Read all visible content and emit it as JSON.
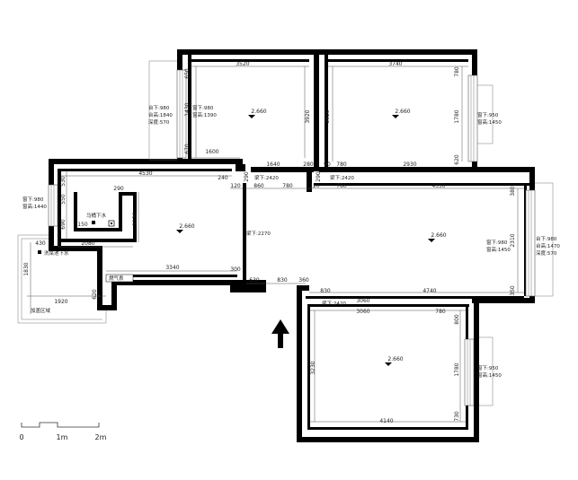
{
  "plan": {
    "top_left_room": {
      "width_top": "3520",
      "width_bottom": "1600",
      "left_dims": [
        "650",
        "1430",
        "670"
      ],
      "right_dim": "3920",
      "elevation": "2.660",
      "window_note": [
        "窗下:980",
        "窗高:1390"
      ],
      "sill_note": [
        "台下:980",
        "台高:1840",
        "深度:570"
      ]
    },
    "top_right_room": {
      "width_top": "3740",
      "width_bottom": "2930",
      "left_dim": "3920",
      "right_dims": [
        "780",
        "1780",
        "620"
      ],
      "elevation": "2.660",
      "window_note": [
        "窗下:950",
        "窗高:1450"
      ]
    },
    "connector": {
      "dims": [
        "1640",
        "280",
        "90",
        "780"
      ],
      "lintel_left": "梁下:2420",
      "lintel_right": "梁下:2420",
      "small_dims": [
        "120",
        "240",
        "860",
        "780",
        "120",
        "780",
        "4350",
        "380",
        "290",
        "290"
      ]
    },
    "living_left": {
      "width_top": "4530",
      "width_bottom": "3340",
      "left_dims": [
        "530",
        "550",
        "690"
      ],
      "right_dim": "1130",
      "elevation": "2.660",
      "toilet_note": "马桶下水",
      "toilet_dims": [
        "290",
        "150"
      ],
      "lower_dims": [
        "430",
        "2080",
        "300"
      ],
      "drain_note": "洗菜池下水",
      "gas_note": "燃气表",
      "window_note": [
        "窗下:980",
        "窗高:1440"
      ],
      "side_dims": [
        "1830",
        "1920",
        "620"
      ],
      "balcony_note": "加盖区域",
      "beam_note": "梁下:2270"
    },
    "living_right": {
      "elevation": "2.660",
      "right_dim": "2310",
      "bottom_dims": [
        "630",
        "830",
        "360",
        "830",
        "3060",
        "4740",
        "350"
      ],
      "window_note": [
        "窗下:980",
        "窗高:1450"
      ],
      "sill_note": [
        "台下:980",
        "台高:1470",
        "深度:570"
      ],
      "lintel_note": "梁下:2420"
    },
    "bottom_room": {
      "width_top": "3060",
      "width_bottom": "4140",
      "top_dims": [
        "780",
        "800"
      ],
      "left_dim": "3230",
      "right_dims": [
        "1780",
        "730"
      ],
      "elevation": "2.660",
      "window_note": [
        "窗下:950",
        "窗高:1450"
      ]
    },
    "scale": {
      "labels": [
        "0",
        "1m",
        "2m"
      ]
    },
    "entry_arrow_icon": "up-arrow-icon"
  }
}
